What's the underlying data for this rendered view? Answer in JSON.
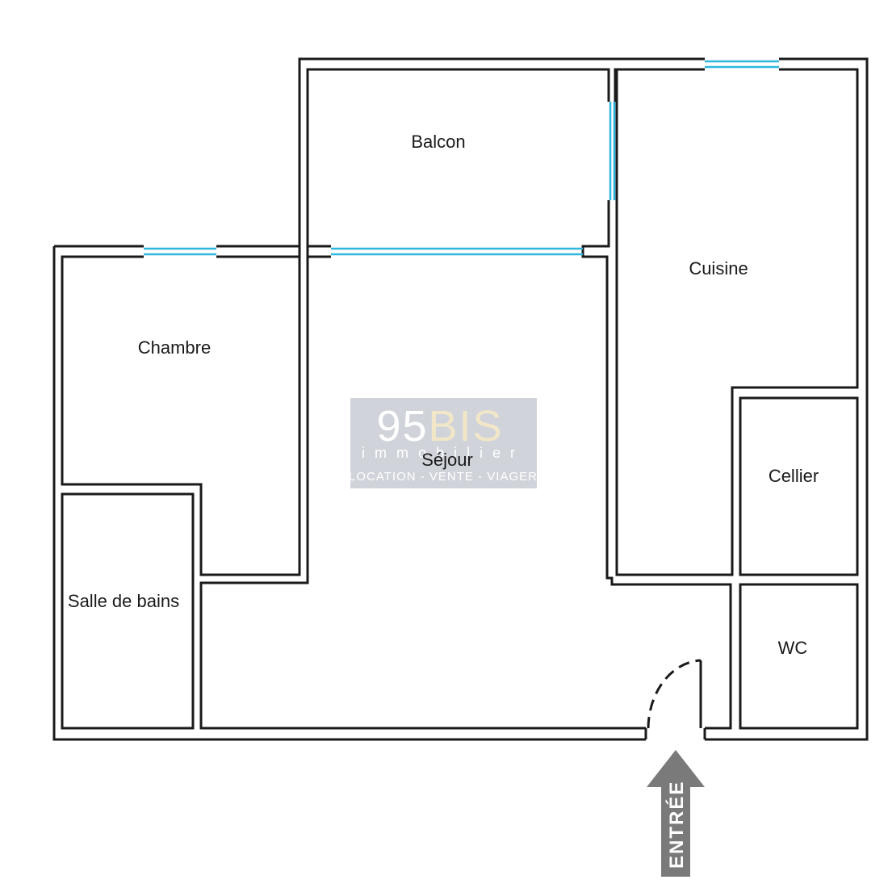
{
  "plan": {
    "rooms": {
      "balcon": "Balcon",
      "cuisine": "Cuisine",
      "chambre": "Chambre",
      "sejour": "Séjour",
      "cellier": "Cellier",
      "salle_de_bains": "Salle de bains",
      "wc": "WC"
    },
    "entry_label": "ENTRÉE"
  },
  "watermark": {
    "brand_prefix": "95",
    "brand_suffix": "BIS",
    "subtitle": "immobilier",
    "tagline": "LOCATION - VENTE - VIAGER"
  },
  "colors": {
    "wall": "#1a1a1a",
    "window": "#2fb6e0",
    "arrow": "#7a7a7a",
    "watermark_bg": "#c8ccd3"
  }
}
